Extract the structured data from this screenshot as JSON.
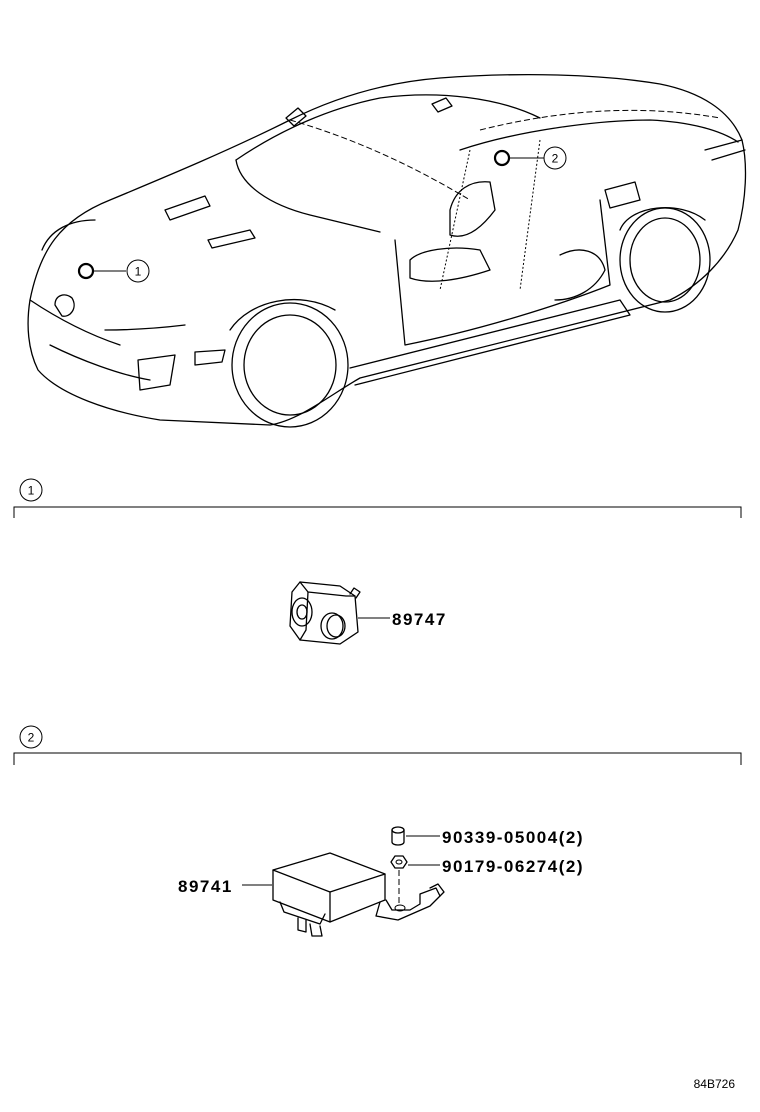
{
  "sections": [
    {
      "callout": "1",
      "parts": [
        {
          "number": "89747"
        }
      ]
    },
    {
      "callout": "2",
      "parts": [
        {
          "number": "90339-05004(2)"
        },
        {
          "number": "90179-06274(2)"
        },
        {
          "number": "89741"
        }
      ]
    }
  ],
  "car_callouts": [
    "1",
    "2"
  ],
  "reference_code": "84B726"
}
